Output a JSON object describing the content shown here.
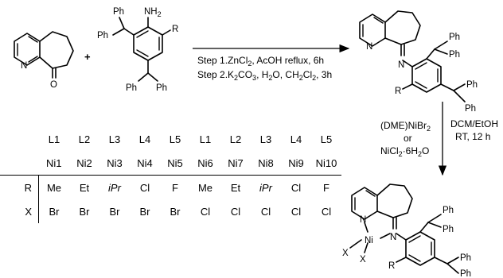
{
  "reagents": {
    "amine_subst_nh2": "NH",
    "amine_subst_nh2_sub": "2",
    "amine_subst_r": "R",
    "ph": "Ph",
    "plus": "+",
    "ketone_n": "N",
    "ketone_o": "O"
  },
  "steps": {
    "step1": "Step 1.ZnCl",
    "step1_sub": "2",
    "step1_rest": ", AcOH reflux, 6h",
    "step2": "Step 2.K",
    "step2_sub1": "2",
    "step2_co": "CO",
    "step2_sub2": "3",
    "step2_h": ", H",
    "step2_sub3": "2",
    "step2_o": "O, CH",
    "step2_sub4": "2",
    "step2_cl": "Cl",
    "step2_sub5": "2",
    "step2_end": ", 3h"
  },
  "second_step": {
    "reagent1": "(DME)NiBr",
    "reagent1_sub": "2",
    "or": "or",
    "reagent2": "NiCl",
    "reagent2_sub": "2",
    "reagent2_rest": "·6H",
    "reagent2_sub2": "2",
    "reagent2_end": "O",
    "solvent": "DCM/EtOH",
    "conditions": "RT,  12 h"
  },
  "ligand": {
    "n": "N",
    "n2": "N",
    "r": "R",
    "ph": "Ph"
  },
  "complex": {
    "n": "N",
    "n2": "N",
    "ni": "Ni",
    "x": "X",
    "r": "R",
    "ph": "Ph"
  },
  "table": {
    "ligands": [
      "L1",
      "L2",
      "L3",
      "L4",
      "L5",
      "L1",
      "L2",
      "L3",
      "L4",
      "L5"
    ],
    "complexes": [
      "Ni1",
      "Ni2",
      "Ni3",
      "Ni4",
      "Ni5",
      "Ni6",
      "Ni7",
      "Ni8",
      "Ni9",
      "Ni10"
    ],
    "r_label": "R",
    "r_values": [
      "Me",
      "Et",
      "iPr",
      "Cl",
      "F",
      "Me",
      "Et",
      "iPr",
      "Cl",
      "F"
    ],
    "x_label": "X",
    "x_values": [
      "Br",
      "Br",
      "Br",
      "Br",
      "Br",
      "Cl",
      "Cl",
      "Cl",
      "Cl",
      "Cl"
    ]
  }
}
